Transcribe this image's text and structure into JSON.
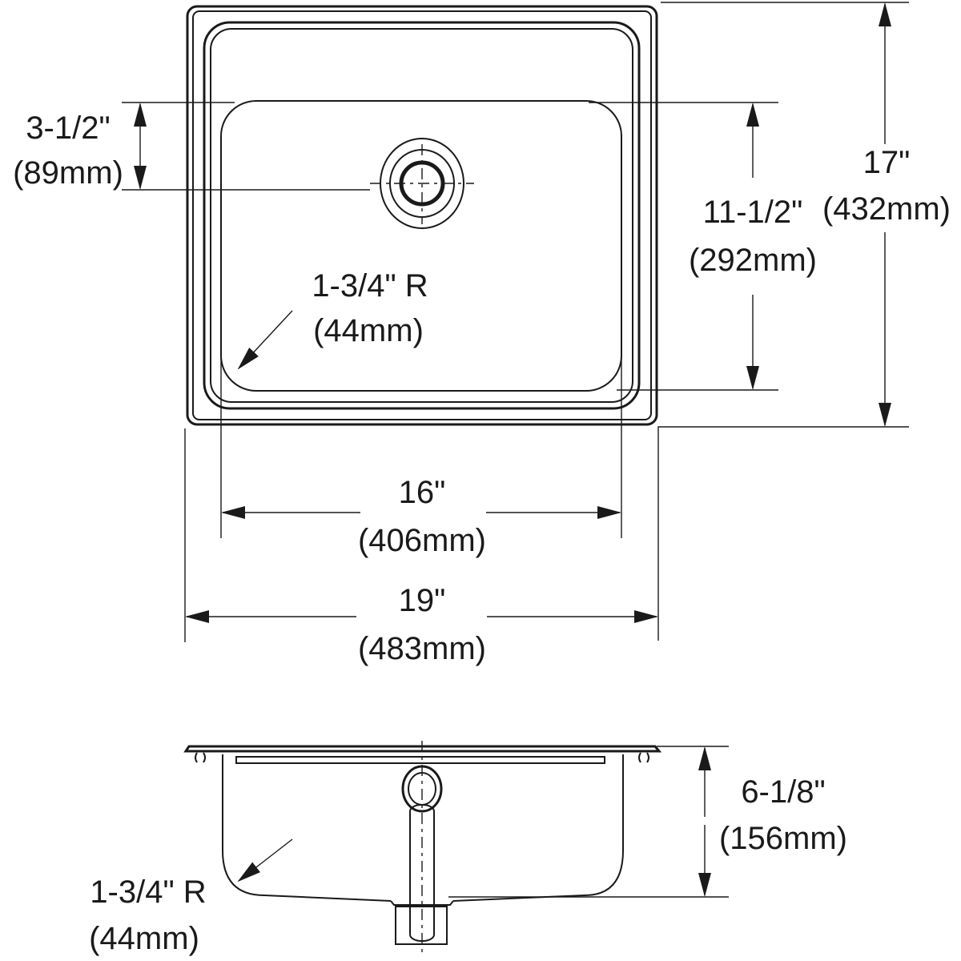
{
  "top_view": {
    "drain_depth_offset": {
      "in": "3-1/2\"",
      "mm": "(89mm)"
    },
    "bowl_length": {
      "in": "11-1/2\"",
      "mm": "(292mm)"
    },
    "overall_length": {
      "in": "17\"",
      "mm": "(432mm)"
    },
    "corner_radius": {
      "in": "1-3/4\" R",
      "mm": "(44mm)"
    },
    "bowl_width": {
      "in": "16\"",
      "mm": "(406mm)"
    },
    "overall_width": {
      "in": "19\"",
      "mm": "(483mm)"
    }
  },
  "side_view": {
    "depth": {
      "in": "6-1/8\"",
      "mm": "(156mm)"
    },
    "corner_radius": {
      "in": "1-3/4\" R",
      "mm": "(44mm)"
    }
  },
  "colors": {
    "line": "#1a1a1a",
    "background": "#ffffff"
  }
}
